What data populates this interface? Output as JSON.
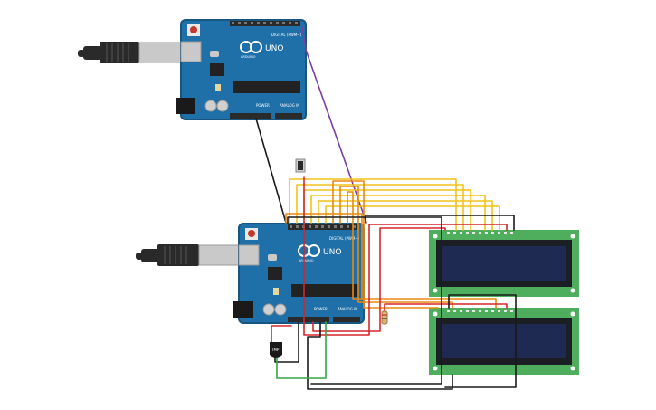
{
  "canvas": {
    "background": "#ffffff"
  },
  "colors": {
    "board": "#1f6fa8",
    "board_dark": "#18557f",
    "header": "#2b2b2b",
    "usb_metal": "#c9c9c9",
    "usb_plug": "#2a2a2a",
    "lcd_pcb": "#4fae5d",
    "lcd_frame": "#1b1f24",
    "lcd_screen": "#1f2a52",
    "wire_yellow": "#f2c21a",
    "wire_orange": "#e88a10",
    "wire_red": "#d6262a",
    "wire_black": "#1a1a1a",
    "wire_purple": "#7a3fa0",
    "wire_green": "#35a545",
    "resistor": "#d9b37a"
  },
  "board_top": {
    "name": "Arduino Uno (top)",
    "brand": "ARDUINO",
    "model": "UNO",
    "header_digital": "DIGITAL (PWM~)",
    "header_power": "POWER",
    "header_analog": "ANALOG IN",
    "icon": "arduino-infinity-logo"
  },
  "board_bottom": {
    "name": "Arduino Uno (bottom)",
    "brand": "ARDUINO",
    "model": "UNO",
    "header_digital": "DIGITAL (PWM~)",
    "header_power": "POWER",
    "header_analog": "ANALOG IN",
    "icon": "arduino-infinity-logo"
  },
  "sensor": {
    "label": "TMP",
    "icon": "temperature-sensor-icon"
  },
  "button": {
    "icon": "pushbutton-icon"
  },
  "resistor": {
    "icon": "resistor-icon"
  },
  "lcd_top": {
    "icon": "lcd-16x2-icon"
  },
  "lcd_bottom": {
    "icon": "lcd-16x2-icon"
  }
}
